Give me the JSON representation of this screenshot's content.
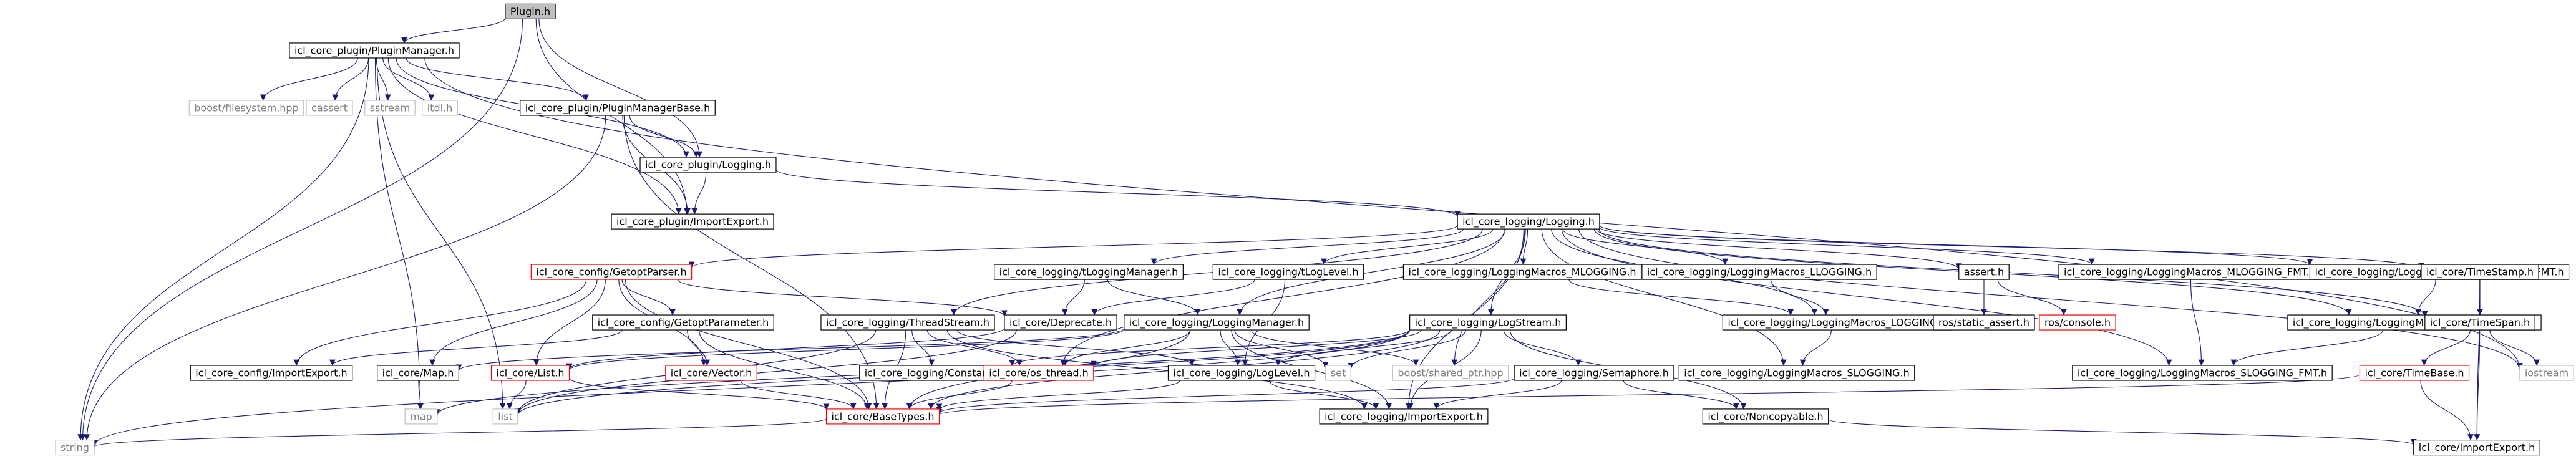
{
  "colors": {
    "edge": "#191970",
    "node_border": "#000000",
    "node_fill": "#ffffff",
    "root_fill": "#bfbfbf",
    "external_border": "#bfbfbf",
    "external_text": "#7f7f7f",
    "truncated_border": "#ff0000",
    "text": "#000000"
  },
  "nodes": [
    {
      "id": "plugin",
      "label": "Plugin.h",
      "kind": "root"
    },
    {
      "id": "pm",
      "label": "icl_core_plugin/PluginManager.h",
      "kind": "normal"
    },
    {
      "id": "bfs",
      "label": "boost/filesystem.hpp",
      "kind": "external"
    },
    {
      "id": "cassert",
      "label": "cassert",
      "kind": "external"
    },
    {
      "id": "sstream",
      "label": "sstream",
      "kind": "external"
    },
    {
      "id": "ltdl",
      "label": "ltdl.h",
      "kind": "external"
    },
    {
      "id": "pmb",
      "label": "icl_core_plugin/PluginManagerBase.h",
      "kind": "normal"
    },
    {
      "id": "plog",
      "label": "icl_core_plugin/Logging.h",
      "kind": "normal"
    },
    {
      "id": "pimp",
      "label": "icl_core_plugin/ImportExport.h",
      "kind": "normal"
    },
    {
      "id": "logging",
      "label": "icl_core_logging/Logging.h",
      "kind": "normal"
    },
    {
      "id": "getopt",
      "label": "icl_core_config/GetoptParser.h",
      "kind": "truncated"
    },
    {
      "id": "tlogm",
      "label": "icl_core_logging/tLoggingManager.h",
      "kind": "normal"
    },
    {
      "id": "tlogl",
      "label": "icl_core_logging/tLogLevel.h",
      "kind": "normal"
    },
    {
      "id": "mlog",
      "label": "icl_core_logging/LoggingMacros_MLOGGING.h",
      "kind": "normal"
    },
    {
      "id": "llog",
      "label": "icl_core_logging/LoggingMacros_LLOGGING.h",
      "kind": "normal"
    },
    {
      "id": "assert",
      "label": "assert.h",
      "kind": "normal"
    },
    {
      "id": "mlogfmt",
      "label": "icl_core_logging/LoggingMacros_MLOGGING_FMT.h",
      "kind": "normal"
    },
    {
      "id": "llogfmt",
      "label": "icl_core_logging/LoggingMacros_LLOGGING_FMT.h",
      "kind": "normal"
    },
    {
      "id": "tstamp",
      "label": "icl_core/TimeStamp.h",
      "kind": "normal"
    },
    {
      "id": "getparam",
      "label": "icl_core_config/GetoptParameter.h",
      "kind": "normal"
    },
    {
      "id": "tstream",
      "label": "icl_core_logging/ThreadStream.h",
      "kind": "normal"
    },
    {
      "id": "deprecate",
      "label": "icl_core/Deprecate.h",
      "kind": "normal"
    },
    {
      "id": "logmgr",
      "label": "icl_core_logging/LoggingManager.h",
      "kind": "normal"
    },
    {
      "id": "logstream",
      "label": "icl_core_logging/LogStream.h",
      "kind": "normal"
    },
    {
      "id": "loggingmac",
      "label": "icl_core_logging/LoggingMacros_LOGGING.h",
      "kind": "normal"
    },
    {
      "id": "rsa",
      "label": "ros/static_assert.h",
      "kind": "normal"
    },
    {
      "id": "rosconsole",
      "label": "ros/console.h",
      "kind": "truncated"
    },
    {
      "id": "loggingfmt",
      "label": "icl_core_logging/LoggingMacros_LOGGING_FMT.h",
      "kind": "normal"
    },
    {
      "id": "tspan",
      "label": "icl_core/TimeSpan.h",
      "kind": "normal"
    },
    {
      "id": "iostream",
      "label": "iostream",
      "kind": "external"
    },
    {
      "id": "cimp",
      "label": "icl_core_config/ImportExport.h",
      "kind": "normal"
    },
    {
      "id": "cmap",
      "label": "icl_core/Map.h",
      "kind": "normal"
    },
    {
      "id": "clist",
      "label": "icl_core/List.h",
      "kind": "truncated"
    },
    {
      "id": "cvector",
      "label": "icl_core/Vector.h",
      "kind": "truncated"
    },
    {
      "id": "lconst",
      "label": "icl_core_logging/Constants.h",
      "kind": "normal"
    },
    {
      "id": "osthread",
      "label": "icl_core/os_thread.h",
      "kind": "truncated"
    },
    {
      "id": "loglevel",
      "label": "icl_core_logging/LogLevel.h",
      "kind": "normal"
    },
    {
      "id": "set",
      "label": "set",
      "kind": "external"
    },
    {
      "id": "bsp",
      "label": "boost/shared_ptr.hpp",
      "kind": "external"
    },
    {
      "id": "sem",
      "label": "icl_core_logging/Semaphore.h",
      "kind": "normal"
    },
    {
      "id": "slog",
      "label": "icl_core_logging/LoggingMacros_SLOGGING.h",
      "kind": "normal"
    },
    {
      "id": "slogfmt",
      "label": "icl_core_logging/LoggingMacros_SLOGGING_FMT.h",
      "kind": "normal"
    },
    {
      "id": "timebase",
      "label": "icl_core/TimeBase.h",
      "kind": "truncated"
    },
    {
      "id": "map",
      "label": "map",
      "kind": "external"
    },
    {
      "id": "list",
      "label": "list",
      "kind": "external"
    },
    {
      "id": "basetypes",
      "label": "icl_core/BaseTypes.h",
      "kind": "truncated"
    },
    {
      "id": "limp",
      "label": "icl_core_logging/ImportExport.h",
      "kind": "normal"
    },
    {
      "id": "noncopy",
      "label": "icl_core/Noncopyable.h",
      "kind": "normal"
    },
    {
      "id": "string",
      "label": "string",
      "kind": "external"
    },
    {
      "id": "cimpexp",
      "label": "icl_core/ImportExport.h",
      "kind": "normal"
    }
  ],
  "edges": [
    [
      "plugin",
      "pm"
    ],
    [
      "plugin",
      "plog"
    ],
    [
      "plugin",
      "pimp"
    ],
    [
      "plugin",
      "string"
    ],
    [
      "pm",
      "bfs"
    ],
    [
      "pm",
      "cassert"
    ],
    [
      "pm",
      "sstream"
    ],
    [
      "pm",
      "ltdl"
    ],
    [
      "pm",
      "pmb"
    ],
    [
      "pm",
      "plog"
    ],
    [
      "pm",
      "pimp"
    ],
    [
      "pm",
      "iostream"
    ],
    [
      "pm",
      "string"
    ],
    [
      "pm",
      "list"
    ],
    [
      "pm",
      "map"
    ],
    [
      "pmb",
      "plog"
    ],
    [
      "pmb",
      "pimp"
    ],
    [
      "pmb",
      "string"
    ],
    [
      "pmb",
      "basetypes"
    ],
    [
      "plog",
      "pimp"
    ],
    [
      "plog",
      "logging"
    ],
    [
      "logging",
      "getopt"
    ],
    [
      "logging",
      "tlogm"
    ],
    [
      "logging",
      "tlogl"
    ],
    [
      "logging",
      "mlog"
    ],
    [
      "logging",
      "llog"
    ],
    [
      "logging",
      "assert"
    ],
    [
      "logging",
      "mlogfmt"
    ],
    [
      "logging",
      "llogfmt"
    ],
    [
      "logging",
      "tstamp"
    ],
    [
      "logging",
      "tstream"
    ],
    [
      "logging",
      "logmgr"
    ],
    [
      "logging",
      "logstream"
    ],
    [
      "logging",
      "loggingmac"
    ],
    [
      "logging",
      "loggingfmt"
    ],
    [
      "logging",
      "tspan"
    ],
    [
      "logging",
      "slog"
    ],
    [
      "logging",
      "slogfmt"
    ],
    [
      "logging",
      "bsp"
    ],
    [
      "logging",
      "limp"
    ],
    [
      "logging",
      "iostream"
    ],
    [
      "logging",
      "osthread"
    ],
    [
      "getopt",
      "getparam"
    ],
    [
      "getopt",
      "deprecate"
    ],
    [
      "getopt",
      "cimp"
    ],
    [
      "getopt",
      "cmap"
    ],
    [
      "getopt",
      "clist"
    ],
    [
      "getopt",
      "cvector"
    ],
    [
      "getopt",
      "basetypes"
    ],
    [
      "getparam",
      "cimp"
    ],
    [
      "getparam",
      "cvector"
    ],
    [
      "getparam",
      "basetypes"
    ],
    [
      "tlogm",
      "deprecate"
    ],
    [
      "tlogm",
      "logmgr"
    ],
    [
      "tlogl",
      "deprecate"
    ],
    [
      "tlogl",
      "loglevel"
    ],
    [
      "mlog",
      "loggingmac"
    ],
    [
      "llog",
      "loggingmac"
    ],
    [
      "llogfmt",
      "loggingfmt"
    ],
    [
      "mlogfmt",
      "slogfmt"
    ],
    [
      "loggingfmt",
      "slogfmt"
    ],
    [
      "assert",
      "rsa"
    ],
    [
      "assert",
      "rosconsole"
    ],
    [
      "tstamp",
      "tspan"
    ],
    [
      "tstamp",
      "cimpexp"
    ],
    [
      "tspan",
      "timebase"
    ],
    [
      "tspan",
      "iostream"
    ],
    [
      "tspan",
      "cimpexp"
    ],
    [
      "timebase",
      "basetypes"
    ],
    [
      "timebase",
      "cimpexp"
    ],
    [
      "tstream",
      "lconst"
    ],
    [
      "tstream",
      "osthread"
    ],
    [
      "tstream",
      "loglevel"
    ],
    [
      "tstream",
      "list"
    ],
    [
      "tstream",
      "basetypes"
    ],
    [
      "tstream",
      "limp"
    ],
    [
      "logmgr",
      "cmap"
    ],
    [
      "logmgr",
      "clist"
    ],
    [
      "logmgr",
      "osthread"
    ],
    [
      "logmgr",
      "loglevel"
    ],
    [
      "logmgr",
      "set"
    ],
    [
      "logmgr",
      "bsp"
    ],
    [
      "logmgr",
      "basetypes"
    ],
    [
      "logmgr",
      "limp"
    ],
    [
      "logstream",
      "lconst"
    ],
    [
      "logstream",
      "osthread"
    ],
    [
      "logstream",
      "loglevel"
    ],
    [
      "logstream",
      "set"
    ],
    [
      "logstream",
      "sem"
    ],
    [
      "logstream",
      "list"
    ],
    [
      "logstream",
      "map"
    ],
    [
      "logstream",
      "basetypes"
    ],
    [
      "logstream",
      "limp"
    ],
    [
      "logstream",
      "noncopy"
    ],
    [
      "logstream",
      "string"
    ],
    [
      "loggingmac",
      "slog"
    ],
    [
      "deprecate",
      "clist"
    ],
    [
      "deprecate",
      "list"
    ],
    [
      "cmap",
      "map"
    ],
    [
      "clist",
      "list"
    ],
    [
      "clist",
      "basetypes"
    ],
    [
      "cvector",
      "basetypes"
    ],
    [
      "osthread",
      "basetypes"
    ],
    [
      "loglevel",
      "basetypes"
    ],
    [
      "loglevel",
      "limp"
    ],
    [
      "sem",
      "basetypes"
    ],
    [
      "sem",
      "limp"
    ],
    [
      "sem",
      "noncopy"
    ],
    [
      "basetypes",
      "string"
    ],
    [
      "noncopy",
      "cimpexp"
    ]
  ]
}
